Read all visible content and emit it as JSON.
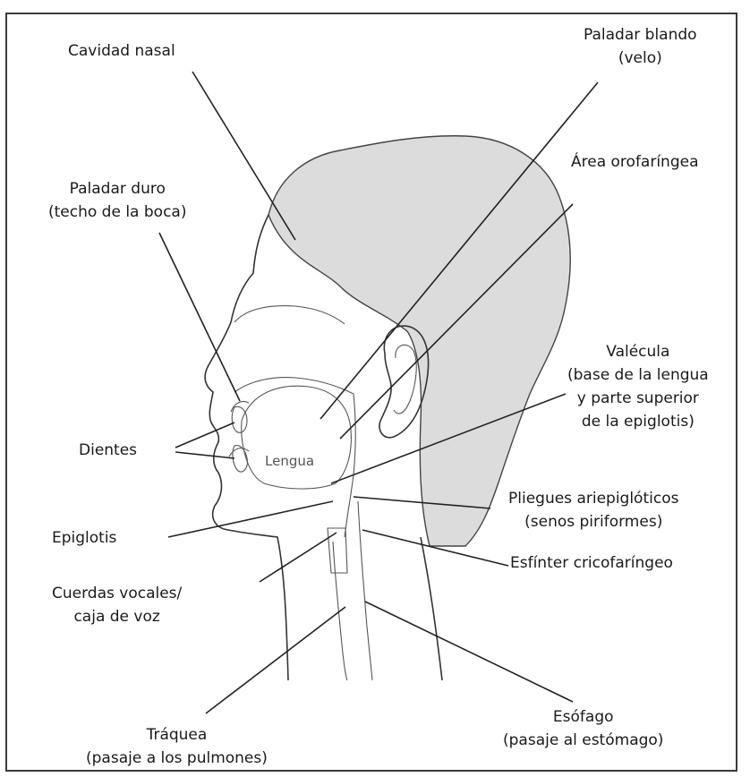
{
  "labels": {
    "cavidad_nasal": [
      "Cavidad nasal"
    ],
    "paladar_blando": [
      "Paladar blando",
      "(velo)"
    ],
    "area_orofaringea": [
      "Área orofaríngea"
    ],
    "paladar_duro": [
      "Paladar duro",
      "(techo de la boca)"
    ],
    "valecula": [
      "Valécula",
      "(base de la lengua",
      "y parte superior",
      "de la epiglotis)"
    ],
    "dientes": [
      "Dientes"
    ],
    "pliegues": [
      "Pliegues ariepiglóticos",
      "(senos piriformes)"
    ],
    "epiglotis": [
      "Epiglotis"
    ],
    "esfinter": [
      "Esfínter cricofaríngeo"
    ],
    "cuerdas": [
      "Cuerdas vocales/",
      "caja de voz"
    ],
    "esofago": [
      "Esófago",
      "(pasaje al estómago)"
    ],
    "traquea": [
      "Tráquea",
      "(pasaje a los pulmones)"
    ],
    "lengua": "Lengua"
  },
  "colors": {
    "hair_fill": "#dcdcdc",
    "line": "#222222"
  }
}
